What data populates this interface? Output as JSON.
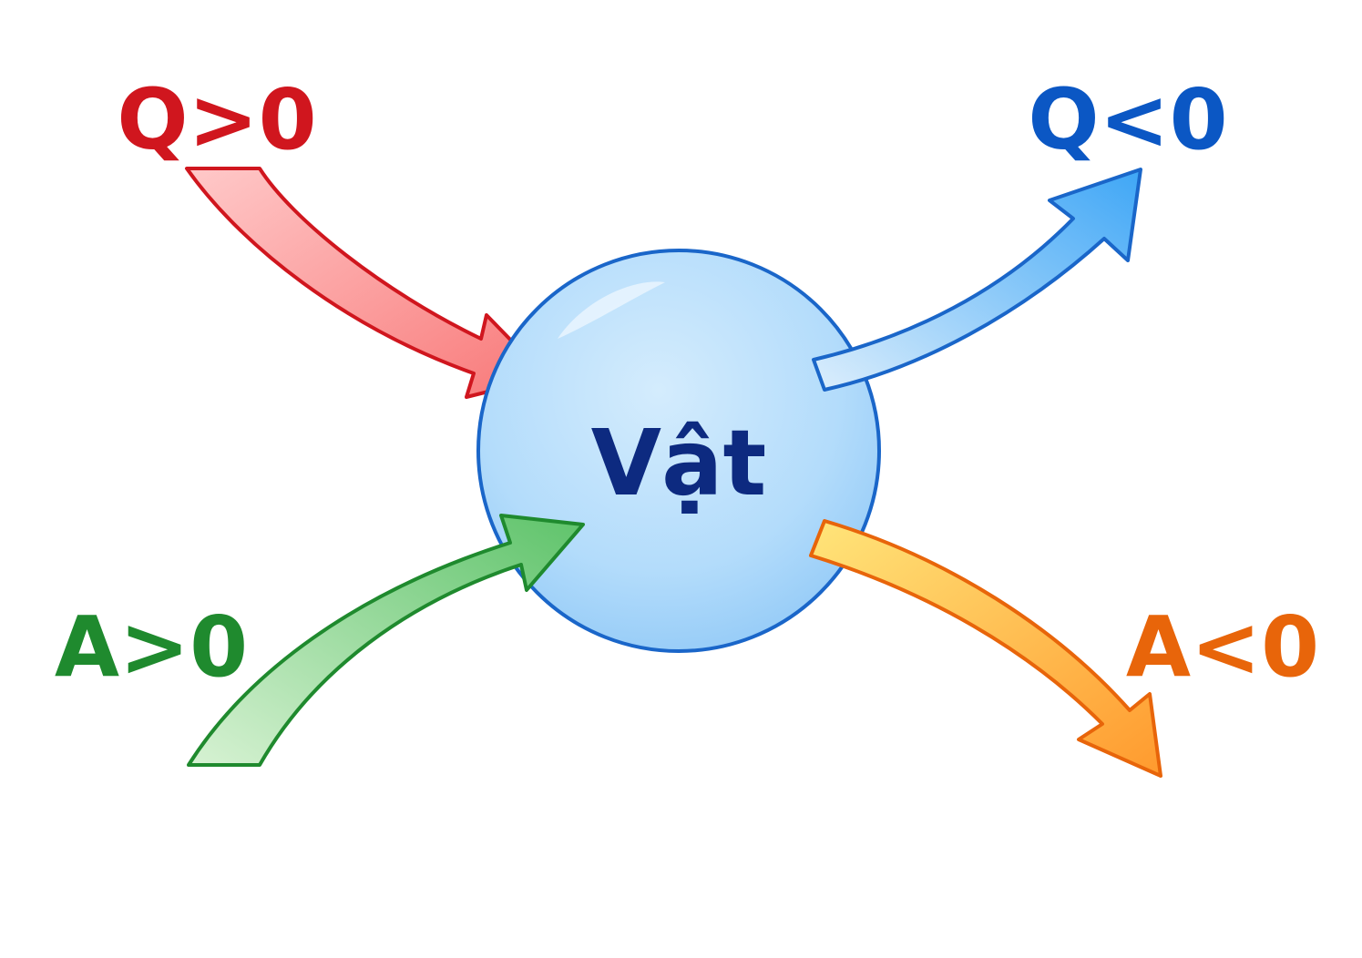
{
  "diagram": {
    "center_label": "Vật",
    "labels": {
      "heat_in": "Q>0",
      "heat_out": "Q<0",
      "work_in": "A>0",
      "work_out": "A<0"
    },
    "colors": {
      "heat_in": "#d0161e",
      "heat_out": "#0b57c4",
      "work_in": "#1f8a2e",
      "work_out": "#e8650a",
      "body_stroke": "#1a66c9",
      "body_text": "#0d2a80"
    }
  }
}
